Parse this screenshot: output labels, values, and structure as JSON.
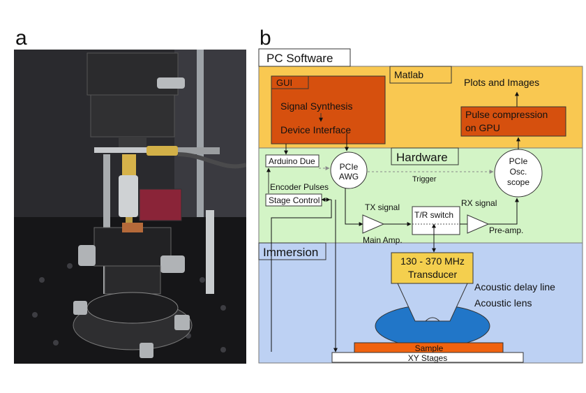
{
  "panels": {
    "a": "a",
    "b": "b"
  },
  "diagram": {
    "sections": {
      "pc_software": "PC Software",
      "hardware": "Hardware",
      "immersion": "Immersion"
    },
    "matlab": "Matlab",
    "gui": "GUI",
    "signal_synthesis": "Signal Synthesis",
    "device_interface": "Device Interface",
    "plots_and_images": "Plots and Images",
    "pulse_compression": [
      "Pulse compression",
      "on GPU"
    ],
    "arduino_due": "Arduino Due",
    "pcie_awg": [
      "PCIe",
      "AWG"
    ],
    "trigger": "Trigger",
    "pcie_scope": [
      "PCIe",
      "Osc.",
      "scope"
    ],
    "encoder_pulses": "Encoder Pulses",
    "stage_control": "Stage Control",
    "tx_signal": "TX signal",
    "tr_switch": "T/R switch",
    "rx_signal": "RX signal",
    "main_amp": "Main Amp.",
    "pre_amp": "Pre-amp.",
    "transducer": [
      "130 - 370 MHz",
      "Transducer"
    ],
    "acoustic_delay_line": "Acoustic delay line",
    "acoustic_lens": "Acoustic lens",
    "sample": "Sample",
    "xy_stages": "XY Stages"
  },
  "colors": {
    "pc_bg": "#f9c851",
    "hw_bg": "#d3f4c6",
    "imm_bg": "#bdd1f3",
    "orange_box": "#d6500e",
    "transducer_fill": "#f4cf4e",
    "lens_fill": "#2176c8",
    "sample_fill": "#f0620f"
  }
}
